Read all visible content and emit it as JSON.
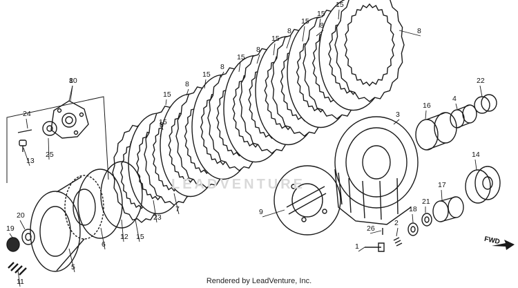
{
  "credit": "Rendered by LeadVenture, Inc.",
  "watermark": "LEADVENTURE",
  "fwd_label": "FWD",
  "callouts": [
    {
      "id": "c1",
      "text": "15"
    },
    {
      "id": "c2",
      "text": "15"
    },
    {
      "id": "c3",
      "text": "8"
    },
    {
      "id": "c4",
      "text": "8"
    },
    {
      "id": "c5",
      "text": "15"
    },
    {
      "id": "c6",
      "text": "8"
    },
    {
      "id": "c7",
      "text": "15"
    },
    {
      "id": "c8",
      "text": "8"
    },
    {
      "id": "c9",
      "text": "15"
    },
    {
      "id": "c10",
      "text": "8"
    },
    {
      "id": "c11",
      "text": "15"
    },
    {
      "id": "c12",
      "text": "8"
    },
    {
      "id": "c13",
      "text": "15"
    },
    {
      "id": "c14",
      "text": "8"
    },
    {
      "id": "c15",
      "text": "15"
    },
    {
      "id": "c16",
      "text": "8"
    },
    {
      "id": "c17",
      "text": "10"
    },
    {
      "id": "c18",
      "text": "24"
    },
    {
      "id": "c19",
      "text": "25"
    },
    {
      "id": "c20",
      "text": "13"
    },
    {
      "id": "c21",
      "text": "3"
    },
    {
      "id": "c22",
      "text": "16"
    },
    {
      "id": "c23",
      "text": "4"
    },
    {
      "id": "c24",
      "text": "22"
    },
    {
      "id": "c25",
      "text": "14"
    },
    {
      "id": "c26",
      "text": "17"
    },
    {
      "id": "c27",
      "text": "9"
    },
    {
      "id": "c28",
      "text": "18"
    },
    {
      "id": "c29",
      "text": "21"
    },
    {
      "id": "c30",
      "text": "2"
    },
    {
      "id": "c31",
      "text": "26"
    },
    {
      "id": "c32",
      "text": "1"
    },
    {
      "id": "c33",
      "text": "19"
    },
    {
      "id": "c34",
      "text": "20"
    },
    {
      "id": "c35",
      "text": "11"
    },
    {
      "id": "c36",
      "text": "5"
    },
    {
      "id": "c37",
      "text": "6"
    },
    {
      "id": "c38",
      "text": "12"
    },
    {
      "id": "c39",
      "text": "15"
    },
    {
      "id": "c40",
      "text": "23"
    },
    {
      "id": "c41",
      "text": "7"
    }
  ]
}
